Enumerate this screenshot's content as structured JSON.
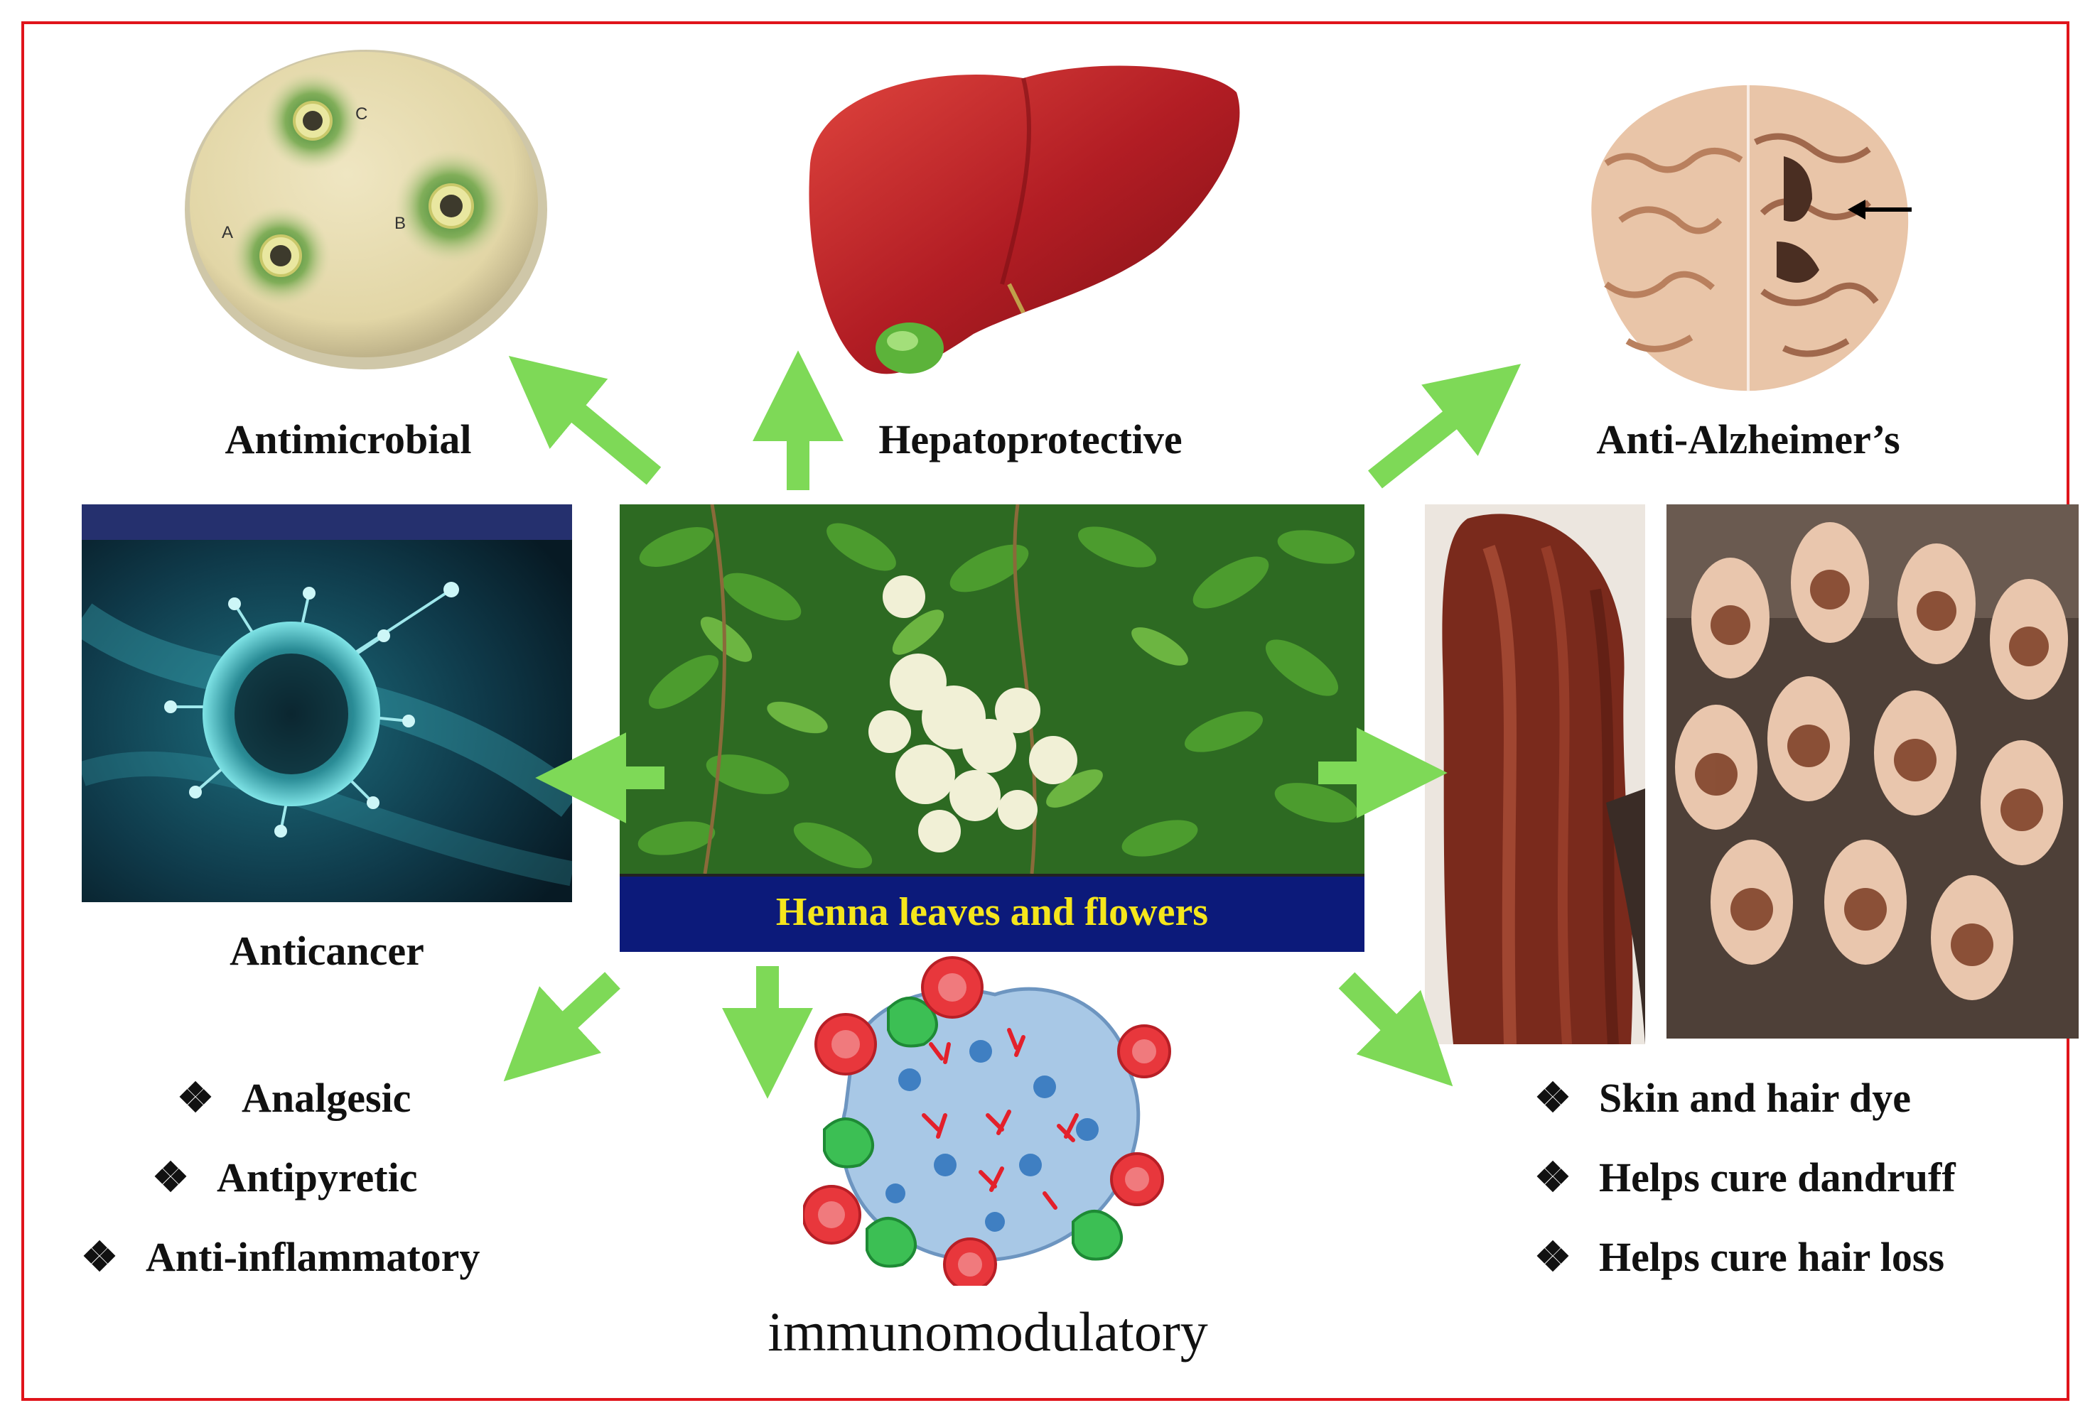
{
  "center": {
    "caption": "Henna leaves and flowers"
  },
  "petri": {
    "well_labels": [
      "C",
      "A",
      "B"
    ]
  },
  "labels": {
    "antimicrobial": "Antimicrobial",
    "hepatoprotective": "Hepatoprotective",
    "anti_alzheimers": "Anti-Alzheimer’s",
    "anticancer": "Anticancer",
    "immunomodulatory": "immunomodulatory"
  },
  "bullets_left": [
    "Analgesic",
    "Antipyretic",
    "Anti-inflammatory"
  ],
  "bullets_right": [
    "Skin and hair dye",
    "Helps cure dandruff",
    "Helps cure hair loss"
  ],
  "bullet_symbol": "❖",
  "colors": {
    "frame": "#e0141b",
    "arrow": "#7ed957",
    "caption_bg": "#0c1a7a",
    "caption_text": "#f5e61c"
  }
}
